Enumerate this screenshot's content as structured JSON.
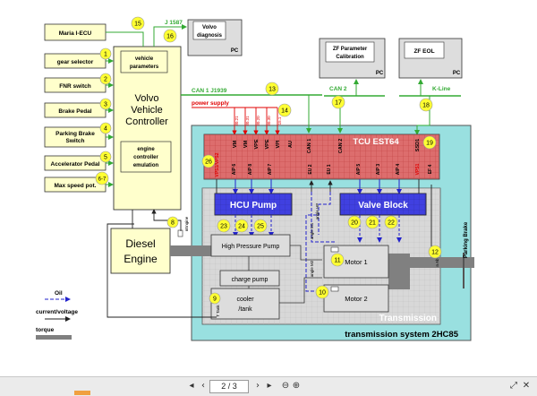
{
  "colors": {
    "yellow_box": "#ffffcc",
    "transmission_bg": "#99e0e0",
    "tcu_red": "#dd6d6d",
    "pump_blue": "#4040e0",
    "grey_box": "#dddddd",
    "power_supply": "#e00000",
    "bus_green": "#33aa33",
    "badge_yellow": "#ffff33",
    "signal_blue": "#2222cc",
    "torque_grey": "#808080"
  },
  "inputs": [
    {
      "label": "gear selector",
      "num": "1"
    },
    {
      "label": "FNR switch",
      "num": "2"
    },
    {
      "label": "Brake Pedal",
      "num": "3"
    },
    {
      "label": "Parking Brake Switch",
      "num": "4"
    },
    {
      "label": "Accelerator Pedal",
      "num": "5"
    },
    {
      "label": "Max speed pot.",
      "num": "6-7"
    }
  ],
  "maria": "Maria I-ECU",
  "vvc": {
    "title_1": "Volvo",
    "title_2": "Vehicle",
    "title_3": "Controller",
    "params_1": "vehicle",
    "params_2": "parameters",
    "emul_1": "engine",
    "emul_2": "controller",
    "emul_3": "emulation"
  },
  "diag": {
    "title_1": "Volvo",
    "title_2": "diagnosis",
    "pc": "PC",
    "bus": "J 1587"
  },
  "zfparam": {
    "title_1": "ZF Parameter",
    "title_2": "Calibration",
    "pc": "PC"
  },
  "zfeol": {
    "title": "ZF EOL",
    "pc": "PC"
  },
  "buses": {
    "can1": "CAN 1 J1939",
    "can2": "CAN 2",
    "kline": "K-Line",
    "power": "power supply"
  },
  "badges": {
    "b15": "15",
    "b16": "16",
    "b13": "13",
    "b14": "14",
    "b17": "17",
    "b18": "18",
    "b19": "19",
    "b26": "26",
    "b8": "8",
    "b9": "9",
    "b10": "10",
    "b11": "11",
    "b12": "12",
    "b20": "20",
    "b21": "21",
    "b22": "22",
    "b23": "23",
    "b24": "24",
    "b25": "25"
  },
  "tcu": {
    "title": "TCU EST64",
    "top_pins": [
      "VM",
      "VM",
      "VPE",
      "VPE",
      "VPI",
      "AU",
      "CAN 1",
      "CAN 2",
      "SSD1"
    ],
    "supply_pins": [
      "30.21",
      "30.31",
      "30.20",
      "30.30",
      "15.1"
    ],
    "bottom_pins": [
      "VPS1/VPS2",
      "AIP 6",
      "AIP 8",
      "AIP 7",
      "EU 2",
      "EU 1",
      "AIP 5",
      "AIP 3",
      "AIP 4",
      "VPS1",
      "EF 4"
    ]
  },
  "hcu": "HCU Pump",
  "valve": "Valve Block",
  "diesel_1": "Diesel",
  "diesel_2": "Engine",
  "hpp": "High Pressure Pump",
  "charge": "charge pump",
  "cooler_1": "cooler",
  "cooler_2": "/tank",
  "motor1": "Motor 1",
  "motor2": "Motor 2",
  "labels": {
    "n_engine": "nEngine",
    "t_tank": "T Tank",
    "angle_motor1": "angle M1",
    "angle_motor2": "angle M2",
    "angle_hp": "angle HP",
    "n_abtrieb": "n Ab",
    "parking_brake": "Parking Brake"
  },
  "transmission": "Transmission",
  "system": "transmission system 2HC85",
  "legend": {
    "oil": "Oil",
    "current": "current/voltage",
    "torque": "torque"
  },
  "viewer": {
    "page": "2 / 3"
  }
}
